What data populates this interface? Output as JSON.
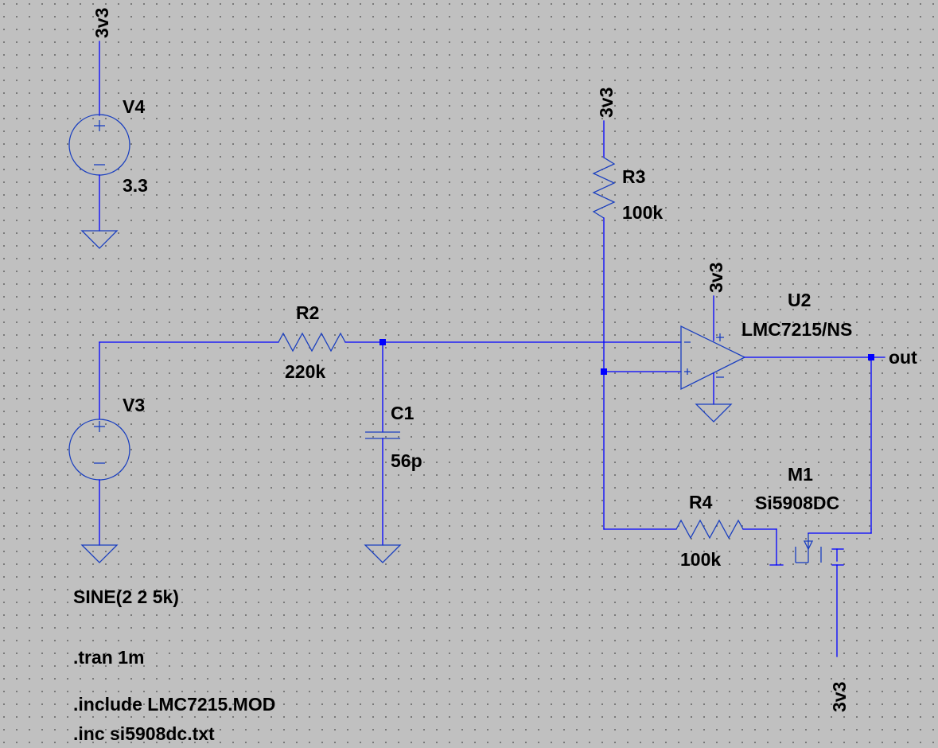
{
  "components": {
    "V4": {
      "ref": "V4",
      "value": "3.3"
    },
    "V3": {
      "ref": "V3",
      "value": "SINE(2 2 5k)"
    },
    "R2": {
      "ref": "R2",
      "value": "220k"
    },
    "C1": {
      "ref": "C1",
      "value": "56p"
    },
    "R3": {
      "ref": "R3",
      "value": "100k"
    },
    "R4": {
      "ref": "R4",
      "value": "100k"
    },
    "U2": {
      "ref": "U2",
      "value": "LMC7215/NS"
    },
    "M1": {
      "ref": "M1",
      "value": "Si5908DC"
    }
  },
  "nets": {
    "supply": "3v3",
    "output": "out"
  },
  "pin_marks": {
    "plus": "+",
    "minus": "−"
  },
  "directives": [
    ".tran 1m",
    ".include LMC7215.MOD",
    ".inc si5908dc.txt"
  ],
  "colors": {
    "background": "#c0c0c0",
    "wire": "#0000ff",
    "text": "#000000"
  }
}
